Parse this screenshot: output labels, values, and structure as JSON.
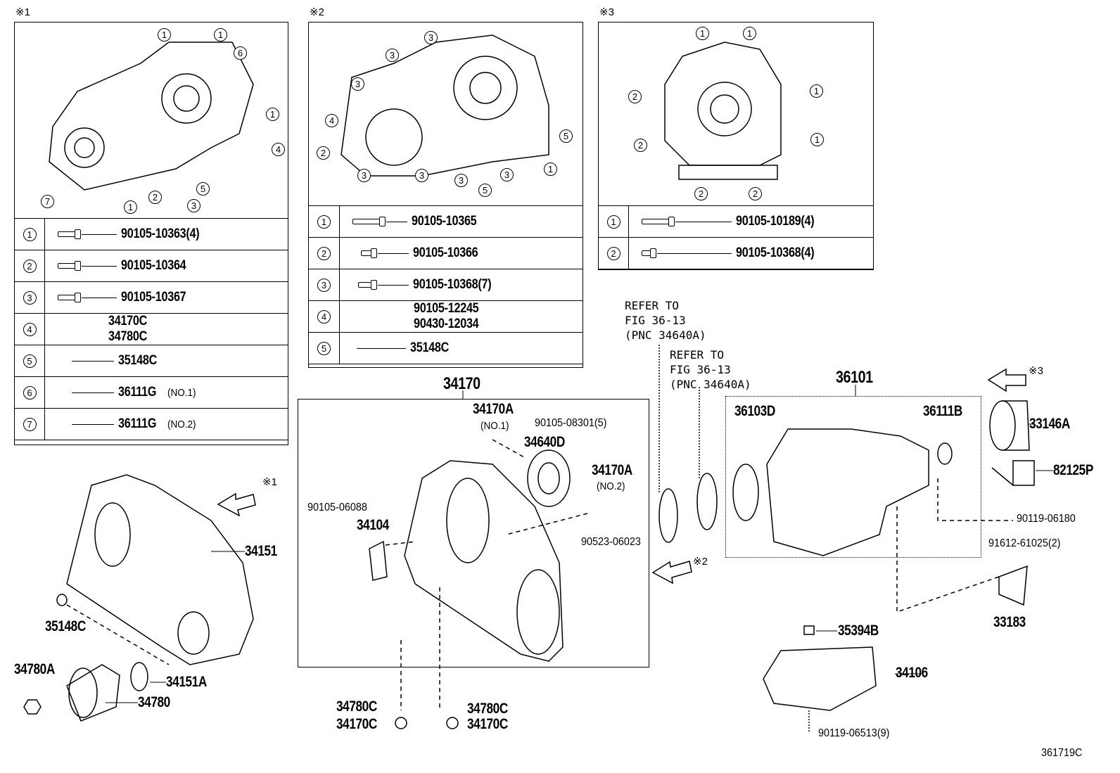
{
  "marks": {
    "m1": "※1",
    "m2": "※2",
    "m3": "※3"
  },
  "box1": {
    "callouts": [
      "1",
      "1",
      "6",
      "1",
      "4",
      "2",
      "5",
      "3",
      "1",
      "7"
    ],
    "rows": [
      {
        "num": "1",
        "part": "90105-10363(4)"
      },
      {
        "num": "2",
        "part": "90105-10364"
      },
      {
        "num": "3",
        "part": "90105-10367"
      },
      {
        "num": "4",
        "part": "34170C",
        "part2": "34780C"
      },
      {
        "num": "5",
        "part": "35148C"
      },
      {
        "num": "6",
        "part": "36111G",
        "note": "(NO.1)"
      },
      {
        "num": "7",
        "part": "36111G",
        "note": "(NO.2)"
      }
    ]
  },
  "box2": {
    "callouts": [
      "3",
      "3",
      "3",
      "4",
      "2",
      "3",
      "3",
      "3",
      "5",
      "3",
      "1",
      "5"
    ],
    "rows": [
      {
        "num": "1",
        "part": "90105-10365"
      },
      {
        "num": "2",
        "part": "90105-10366"
      },
      {
        "num": "3",
        "part": "90105-10368(7)"
      },
      {
        "num": "4",
        "part": "90105-12245",
        "part2": "90430-12034"
      },
      {
        "num": "5",
        "part": "35148C"
      }
    ]
  },
  "box3": {
    "callouts": [
      "1",
      "1",
      "2",
      "1",
      "2",
      "1",
      "2",
      "2"
    ],
    "rows": [
      {
        "num": "1",
        "part": "90105-10189(4)"
      },
      {
        "num": "2",
        "part": "90105-10368(4)"
      }
    ]
  },
  "labels": {
    "l34170": "34170",
    "l34170a_1": "34170A",
    "no1": "(NO.1)",
    "l90105_08301": "90105-08301(5)",
    "l34640d": "34640D",
    "l34170a_2": "34170A",
    "no2": "(NO.2)",
    "l90105_06088": "90105-06088",
    "l34104": "34104",
    "l90523_06023": "90523-06023",
    "l34151": "34151",
    "l35148c": "35148C",
    "l34780a": "34780A",
    "l34151a": "34151A",
    "l34780": "34780",
    "l34780c_a": "34780C",
    "l34170c_a": "34170C",
    "l34780c_b": "34780C",
    "l34170c_b": "34170C",
    "refer1": "REFER TO\nFIG 36-13\n(PNC 34640A)",
    "refer2": "REFER TO\nFIG 36-13\n(PNC 34640A)",
    "l36101": "36101",
    "l36103d": "36103D",
    "l36111b": "36111B",
    "l33146a": "33146A",
    "l82125p": "82125P",
    "l90119_06180": "90119-06180",
    "l91612_61025": "91612-61025(2)",
    "l33183": "33183",
    "l35394b": "35394B",
    "l34106": "34106",
    "l90119_06513": "90119-06513(9)",
    "footer": "361719C"
  }
}
